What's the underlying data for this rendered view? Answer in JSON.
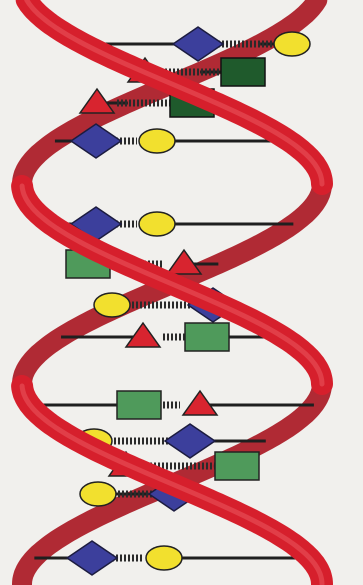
{
  "diagram": {
    "subject": "dna-double-helix",
    "colors": {
      "background": "#f1f0ed",
      "strand": "#d61f2c",
      "strand_dark": "#a8141f",
      "rung": "#1f1f1f",
      "hbond": "#2a2a2a",
      "diamond": "#3c3f9c",
      "circle": "#f2e02e",
      "triangle": "#d8242f",
      "square_light": "#4f9a5b",
      "square_dark": "#1f5a2c"
    },
    "base_pairs": [
      {
        "left": "triangle",
        "right": "square-dark"
      },
      {
        "left": "triangle",
        "right": "square-dark"
      },
      {
        "left": "diamond",
        "right": "circle"
      },
      {
        "left": "diamond",
        "right": "circle"
      },
      {
        "left": "square",
        "right": "triangle"
      },
      {
        "left": "circle",
        "right": "diamond"
      },
      {
        "left": "triangle",
        "right": "square"
      },
      {
        "left": "square",
        "right": "triangle"
      },
      {
        "left": "circle",
        "right": "diamond"
      },
      {
        "left": "triangle",
        "right": "square"
      },
      {
        "left": "circle",
        "right": "diamond"
      },
      {
        "left": "diamond",
        "right": "circle"
      }
    ],
    "top_pair": {
      "left": "diamond",
      "right": "circle"
    }
  }
}
